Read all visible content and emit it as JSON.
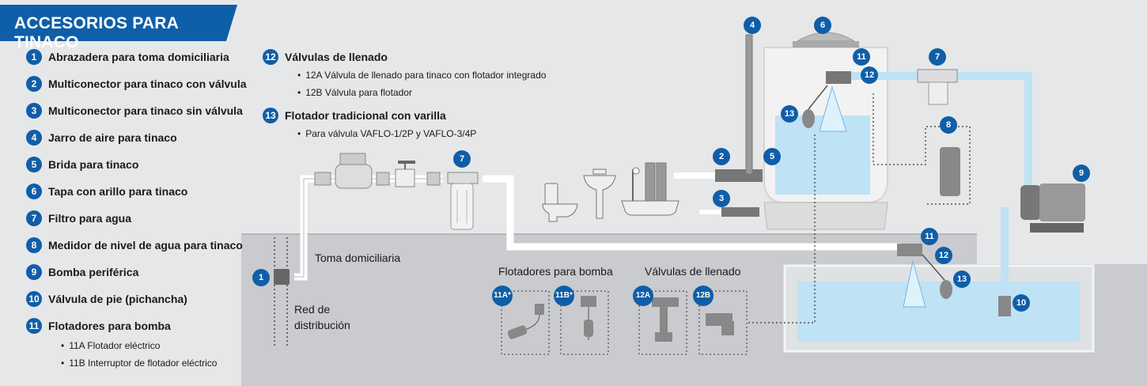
{
  "title": "ACCESORIOS PARA TINACO",
  "colors": {
    "brand_blue": "#0f5ea8",
    "water": "#bfe2f5",
    "ground": "#c9cbce",
    "background": "#e6e7e9"
  },
  "legend": [
    {
      "num": "1",
      "label": "Abrazadera para toma domiciliaria"
    },
    {
      "num": "2",
      "label": "Multiconector para tinaco con válvula"
    },
    {
      "num": "3",
      "label": "Multiconector para tinaco sin válvula"
    },
    {
      "num": "4",
      "label": "Jarro de aire para tinaco"
    },
    {
      "num": "5",
      "label": "Brida para tinaco"
    },
    {
      "num": "6",
      "label": "Tapa con arillo para tinaco"
    },
    {
      "num": "7",
      "label": "Filtro para agua"
    },
    {
      "num": "8",
      "label": "Medidor de nivel de agua para tinaco"
    },
    {
      "num": "9",
      "label": "Bomba periférica"
    },
    {
      "num": "10",
      "label": "Válvula de pie (pichancha)"
    },
    {
      "num": "11",
      "label": "Flotadores para bomba"
    }
  ],
  "legend_11_subs": [
    "11A Flotador eléctrico",
    "11B Interruptor de flotador eléctrico"
  ],
  "legend_12": {
    "num": "12",
    "label": "Válvulas de llenado",
    "subs": [
      "12A Válvula de llenado para tinaco con flotador integrado",
      "12B Válvula para flotador"
    ]
  },
  "legend_13": {
    "num": "13",
    "label": "Flotador tradicional con varilla",
    "subs": [
      "Para válvula VAFLO-1/2P y VAFLO-3/4P"
    ]
  },
  "diagram": {
    "toma_label": "Toma domiciliaria",
    "red_label_1": "Red de",
    "red_label_2": "distribución",
    "flotadores_bomba_label": "Flotadores para bomba",
    "valvulas_llenado_label": "Válvulas de llenado",
    "badges": {
      "b1": "1",
      "b2": "2",
      "b3": "3",
      "b4": "4",
      "b5": "5",
      "b6": "6",
      "b7_filter": "7",
      "b7_top": "7",
      "b8": "8",
      "b9": "9",
      "b10": "10",
      "b11_top": "11",
      "b12_top": "12",
      "b13_top": "13",
      "b11_bottom": "11",
      "b12_bottom": "12",
      "b13_bottom": "13",
      "b11a": "11A*",
      "b11b": "11B*",
      "b12a": "12A",
      "b12b": "12B"
    }
  }
}
